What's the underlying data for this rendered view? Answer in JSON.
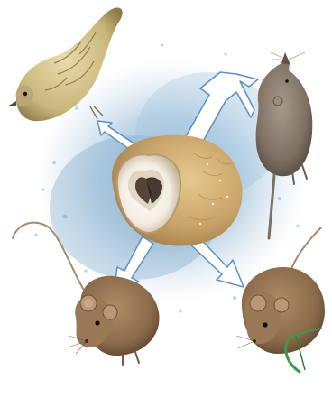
{
  "scene": {
    "animals": [
      {
        "id": "owl",
        "species": "barn owl",
        "icon": "owl-illustration"
      },
      {
        "id": "sparrow",
        "species": "sparrow",
        "icon": "sparrow-illustration"
      },
      {
        "id": "shrew",
        "species": "shrew",
        "icon": "shrew-illustration"
      },
      {
        "id": "mouse-left",
        "species": "mouse",
        "icon": "mouse-illustration"
      },
      {
        "id": "mouse-right",
        "species": "mouse",
        "icon": "mouse-illustration"
      }
    ],
    "arrows": [
      {
        "from": "owl",
        "to": "sparrow"
      },
      {
        "from": "owl",
        "to": "shrew"
      },
      {
        "from": "owl",
        "to": "mouse-left"
      },
      {
        "from": "owl",
        "to": "mouse-right"
      }
    ],
    "colors": {
      "background": "#ffffff",
      "wash": "#7aa7c9",
      "arrow_fill": "#ffffff",
      "arrow_stroke": "#5b8fc4",
      "owl_plumage": "#c9a46a",
      "mouse_fur": "#8a6a4a"
    }
  }
}
